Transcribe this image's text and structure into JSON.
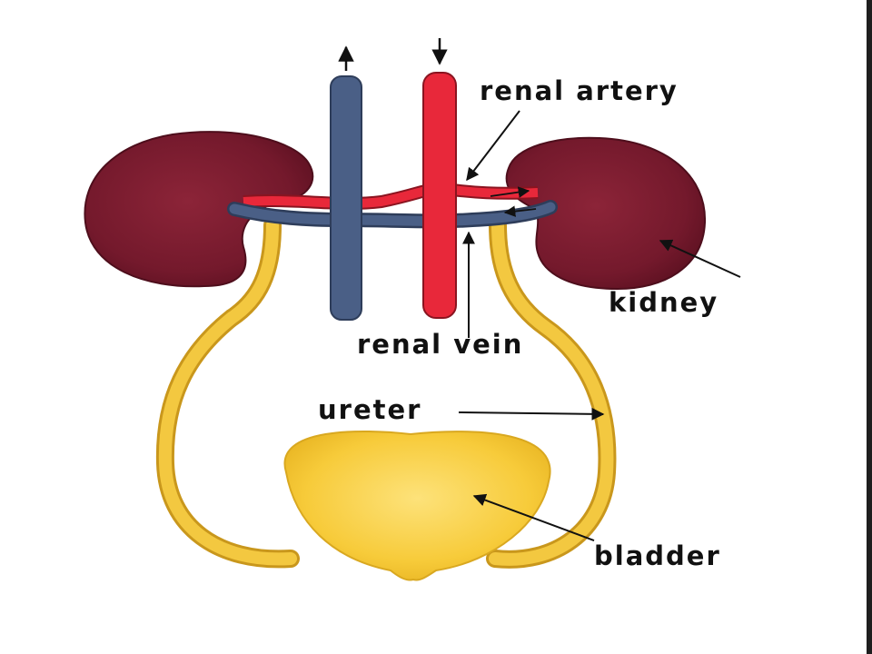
{
  "labels": {
    "renal_artery": "renal artery",
    "kidney": "kidney",
    "renal_vein": "renal vein",
    "ureter": "ureter",
    "bladder": "bladder"
  },
  "colors": {
    "kidney": "#7a1a2e",
    "artery": "#e8283a",
    "vein": "#4a5f86",
    "ureter": "#f0c230",
    "bladder": "#f7cc3c",
    "label": "#111111"
  }
}
